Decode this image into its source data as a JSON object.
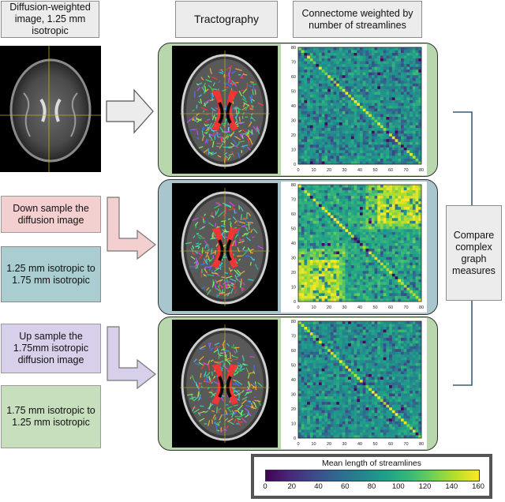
{
  "headers": {
    "dwi": "Diffusion-weighted image, 1.25 mm isotropic",
    "tractography": "Tractography",
    "connectome": "Connectome weighted by number of streamlines"
  },
  "pipeline": {
    "downsample_label": "Down sample the diffusion image",
    "downsample_result": "1.25 mm isotropic to 1.75 mm isotropic",
    "upsample_label": "Up sample the 1.75mm isotropic diffusion image",
    "upsample_result": "1.75 mm isotropic to 1.25 mm isotropic"
  },
  "compare_label": "Compare complex graph measures",
  "matrix_axis": {
    "x_ticks": [
      "0",
      "10",
      "20",
      "30",
      "40",
      "50",
      "60",
      "70",
      "80"
    ],
    "y_ticks": [
      "80",
      "70",
      "60",
      "50",
      "40",
      "30",
      "20",
      "10",
      "0"
    ]
  },
  "colorbar": {
    "title": "Mean length of streamlines",
    "ticks": [
      "0",
      "20",
      "40",
      "60",
      "80",
      "100",
      "120",
      "140",
      "160"
    ],
    "colormap": "viridis"
  },
  "colors": {
    "panel_green": "#b8d7ad",
    "panel_blue": "#a9c6cf",
    "pink": "#f3cfd0",
    "teal": "#a9cdd0",
    "lavender": "#d8d0ea",
    "green_box": "#c7dfbd"
  }
}
